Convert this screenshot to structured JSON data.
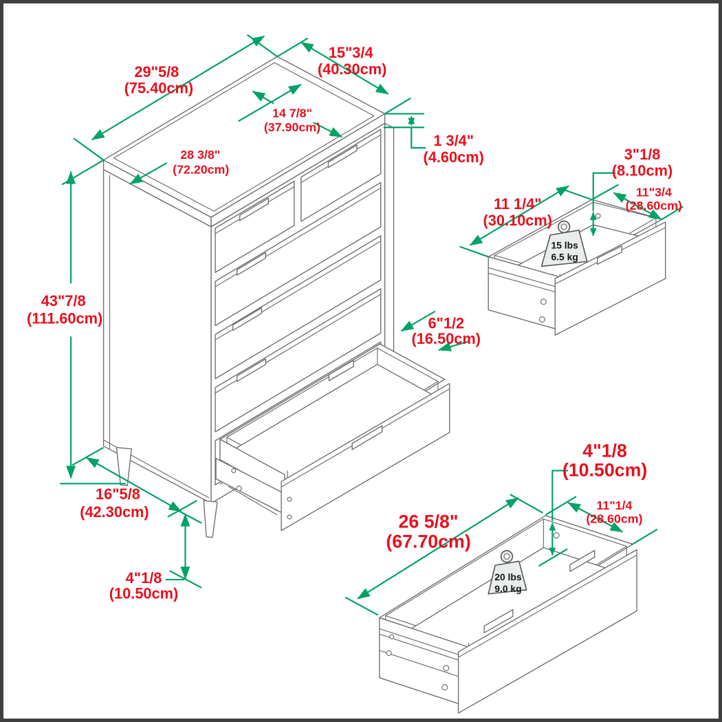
{
  "diagram": {
    "subject": "5-drawer tall dresser dimensional diagram",
    "colors": {
      "dimension_line": "#00a265",
      "dimension_text": "#e8101e",
      "line_art": "#6f6f6f",
      "weight_block_fill": "#e9edec",
      "frame_border": "#3f3f3f",
      "background": "#ffffff"
    },
    "main": {
      "top_width": {
        "in": "29\"5/8",
        "cm": "(75.40cm)"
      },
      "top_depth": {
        "in": "15\"3/4",
        "cm": "(40.30cm)"
      },
      "inner_depth": {
        "in": "14 7/8\"",
        "cm": "(37.90cm)"
      },
      "inner_width": {
        "in": "28 3/8\"",
        "cm": "(72.20cm)"
      },
      "top_thickness": {
        "in": "1 3/4\"",
        "cm": "(4.60cm)"
      },
      "height": {
        "in": "43\"7/8",
        "cm": "(111.60cm)"
      },
      "base_depth": {
        "in": "16\"5/8",
        "cm": "(42.30cm)"
      },
      "leg_height": {
        "in": "4\"1/8",
        "cm": "(10.50cm)"
      },
      "drawer_front_height": {
        "in": "6\"1/2",
        "cm": "(16.50cm)"
      }
    },
    "small_drawer": {
      "side_height": {
        "in": "3\"1/8",
        "cm": "(8.10cm)"
      },
      "width": {
        "in": "11 1/4\"",
        "cm": "(30.10cm)"
      },
      "depth": {
        "in": "11\"3/4",
        "cm": "(28.60cm)"
      },
      "weight": {
        "lbs": "15 lbs",
        "kg": "6.5 kg"
      }
    },
    "large_drawer": {
      "height": {
        "in": "4\"1/8",
        "cm": "(10.50cm)"
      },
      "width": {
        "in": "26 5/8\"",
        "cm": "(67.70cm)"
      },
      "depth": {
        "in": "11\"1/4",
        "cm": "(28.60cm)"
      },
      "weight": {
        "lbs": "20 lbs",
        "kg": "9.0 kg"
      }
    }
  }
}
